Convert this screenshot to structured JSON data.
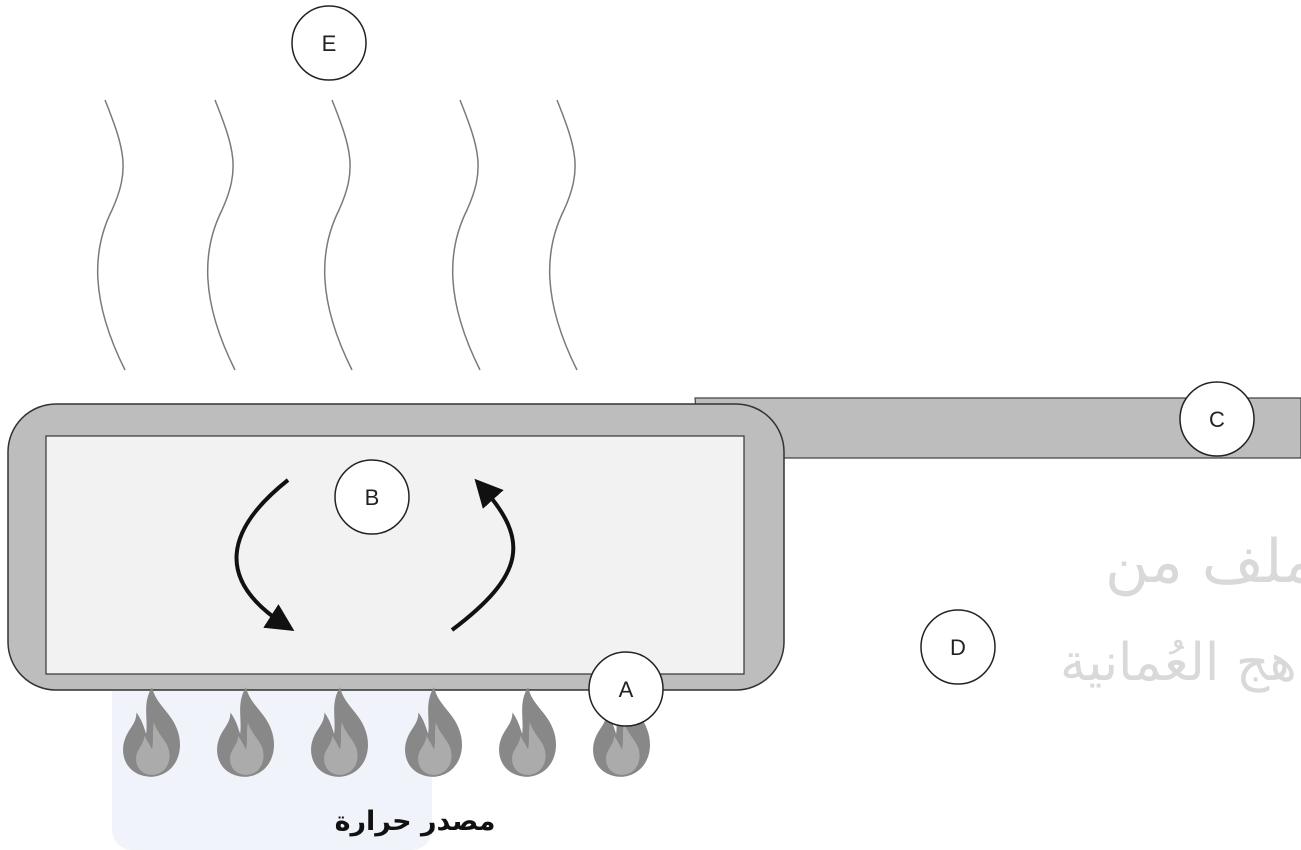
{
  "labels": {
    "a": "A",
    "b": "B",
    "c": "C",
    "d": "D",
    "e": "E"
  },
  "caption": "مصدر حرارة",
  "watermark": {
    "line1": "تم تحميل هذا الملف من",
    "line2": "موقع المناهج العُمانية"
  },
  "colors": {
    "pan_wall": "#bdbdbd",
    "pan_inner": "#f2f2f2",
    "handle": "#bdbdbd",
    "flame": "#8a8a8a",
    "vapor": "#7a7a7a",
    "arrow": "#111111",
    "watermark_block": "#eef3fa"
  },
  "icons": {
    "flame": "flame-icon",
    "steam": "steam-line"
  }
}
